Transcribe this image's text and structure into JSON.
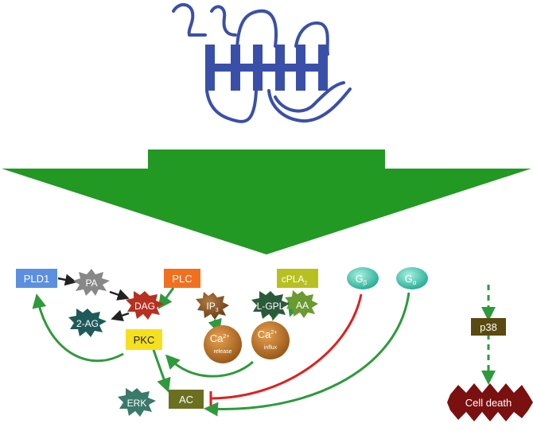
{
  "nodes": {
    "pld1": "PLD1",
    "pa": "PA",
    "dag": "DAG",
    "ag2": "2-AG",
    "plc": "PLC",
    "ip3": "IP",
    "ip3_sub": "3",
    "ca_release": "Ca",
    "ca_release_sup": "2+",
    "ca_release_sub": "release",
    "ca_influx": "Ca",
    "ca_influx_sup": "2+",
    "ca_influx_sub": "influx",
    "cpla2": "cPLA",
    "cpla2_sub": "2",
    "lgpl": "L-GPL",
    "aa": "AA",
    "gb": "G",
    "gb_sub": "β",
    "ga": "G",
    "ga_sub": "α",
    "pkc": "PKC",
    "erk": "ERK",
    "ac": "AC",
    "p38": "p38",
    "celldeath": "Cell death"
  },
  "colors": {
    "receptor": "#3a50a8",
    "big_arrow": "#229922",
    "green_arrow": "#2e9a3c",
    "inhibit": "#e02020",
    "pld1": "#5b8fe0",
    "pa": "#888888",
    "dag": "#b83020",
    "ag2": "#1f5a5a",
    "plc": "#f07020",
    "ip3": "#8a5a2a",
    "ca": "#b8702a",
    "cpla2": "#b8c020",
    "lgpl": "#2a5a3a",
    "aa": "#6a9a30",
    "gprot": "#40c8b0",
    "pkc": "#f5e020",
    "erk": "#3a7a6a",
    "ac": "#6a7020",
    "p38": "#5a4a10",
    "celldeath": "#7a1010"
  }
}
